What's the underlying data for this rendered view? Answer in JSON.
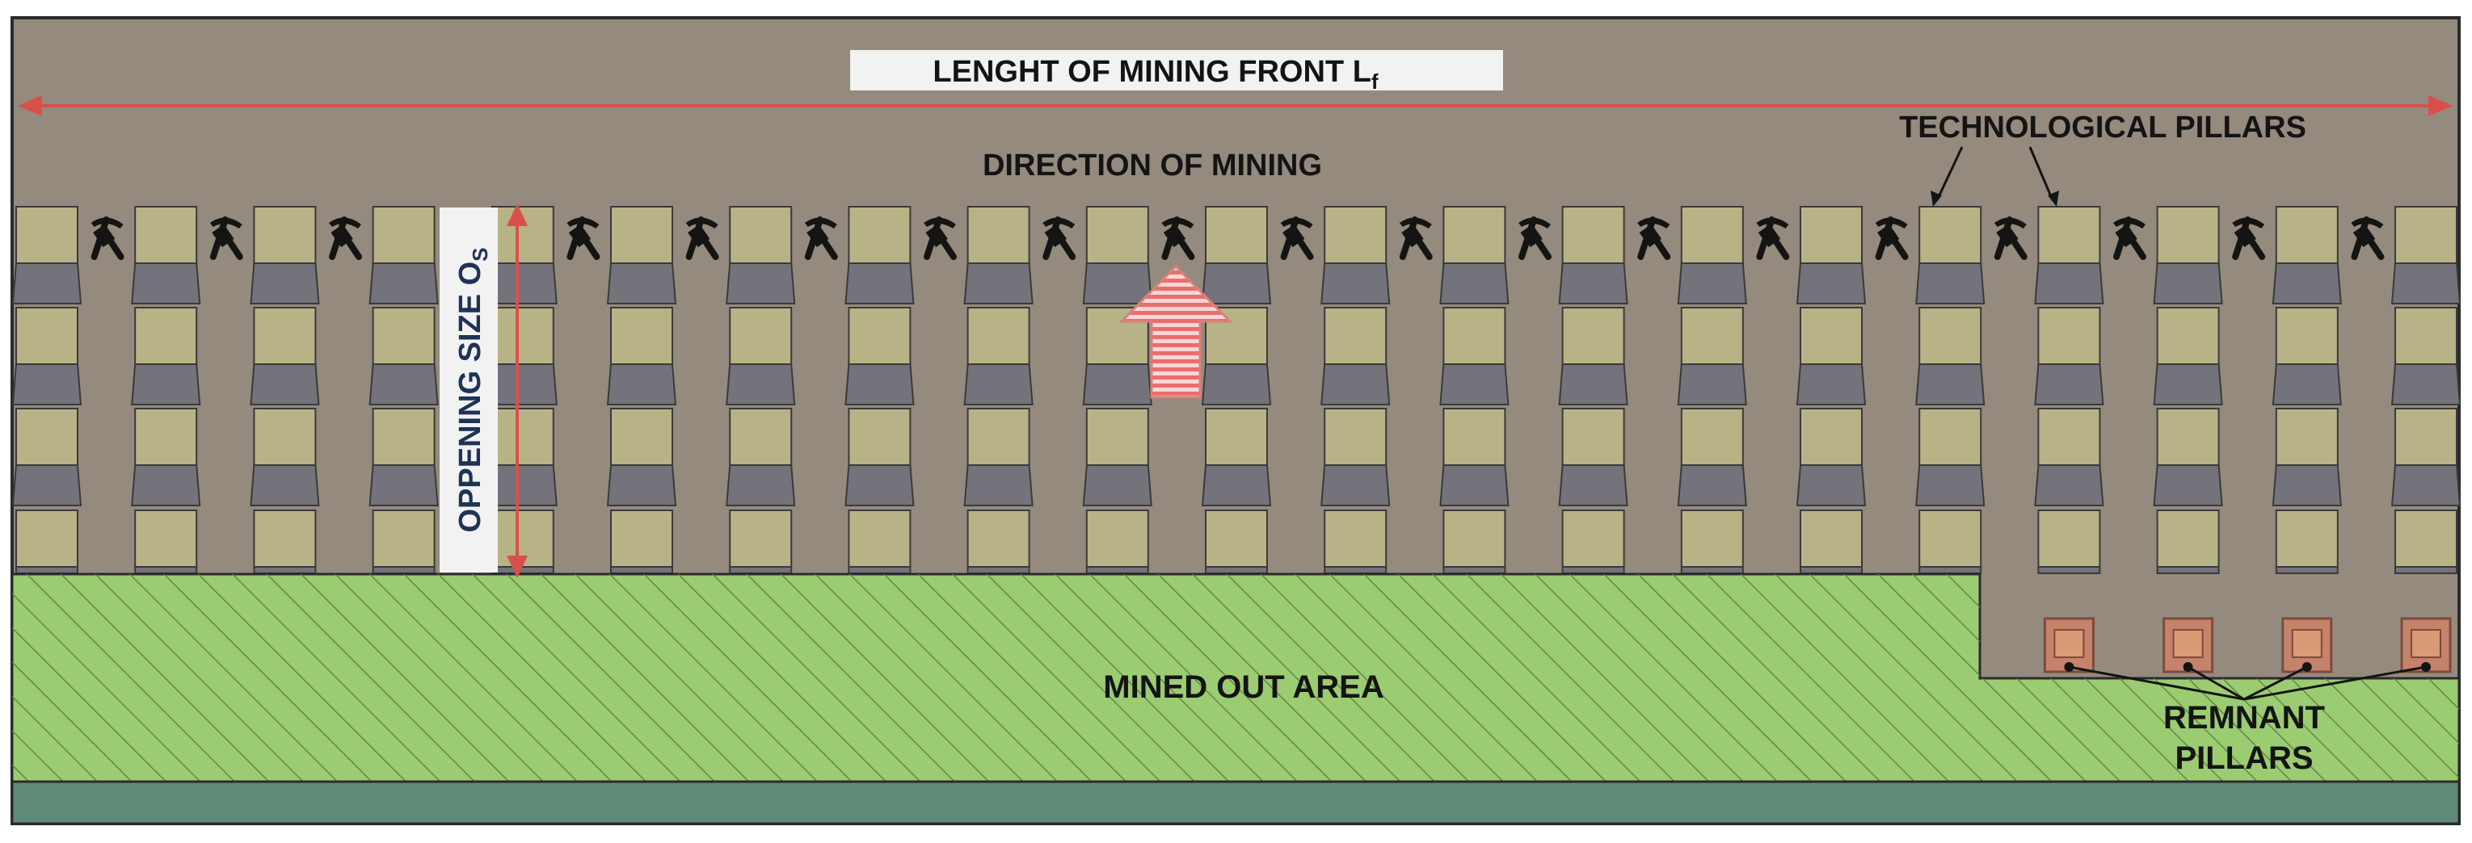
{
  "labels": {
    "front_length": "LENGHT OF MINING FRONT L",
    "front_length_sub": "f",
    "direction": "DIRECTION OF MINING",
    "technological_pillars": "TECHNOLOGICAL  PILLARS",
    "opening_size": "OPPENING SIZE O",
    "opening_size_sub": "S",
    "mined_out": "MINED OUT AREA",
    "remnant_line1": "REMNANT",
    "remnant_line2": "PILLARS"
  },
  "icons": {
    "mining_symbol": "hammer-and-pick-icon",
    "direction_arrow": "up-arrow-icon"
  },
  "colors": {
    "rock": "#948a7e",
    "pillar_top": "#b8b386",
    "pillar_bottom": "#74737b",
    "mined_out": "#9ccc72",
    "hatch": "#59803f",
    "floor": "#5f8a78",
    "dimension_line": "#d9504a",
    "remnant_outer": "#c6826b",
    "remnant_inner": "#d99a76",
    "arrow_fill": "#f8d6d4",
    "arrow_stripe": "#ea6e6e"
  }
}
